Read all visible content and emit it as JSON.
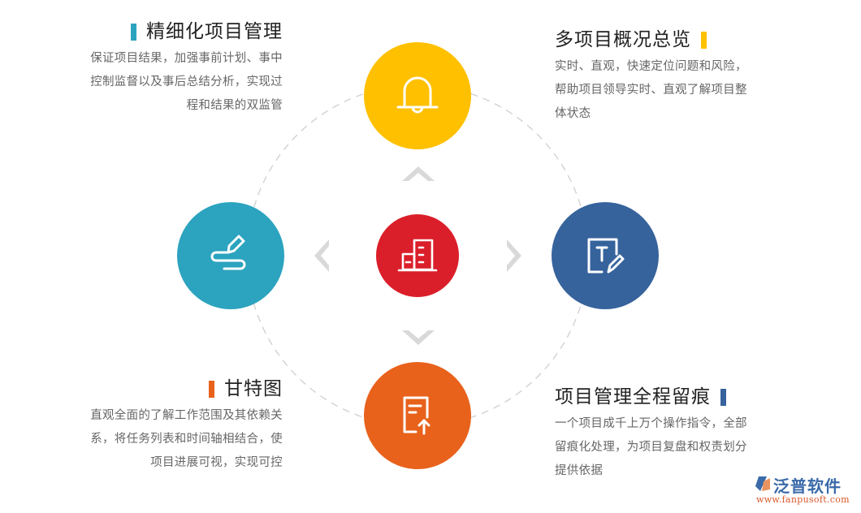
{
  "diagram": {
    "center": {
      "icon": "buildings-icon",
      "color": "#DA1F2A"
    },
    "nodes": [
      {
        "id": "top",
        "icon": "bell-icon",
        "color": "#FFC000"
      },
      {
        "id": "left",
        "icon": "pen-signature-icon",
        "color": "#2CA3BF"
      },
      {
        "id": "right",
        "icon": "text-edit-icon",
        "color": "#36639C"
      },
      {
        "id": "bottom",
        "icon": "document-upload-icon",
        "color": "#E8621C"
      }
    ],
    "arrows": [
      "up",
      "left",
      "right",
      "down"
    ],
    "ring_color": "#cccccc",
    "arrow_color": "#d9d9d9"
  },
  "blocks": {
    "top_left": {
      "title": "精细化项目管理",
      "accent": "#2CA3BF",
      "lines": [
        "保证项目结果，加强事前计划、事中",
        "控制监督以及事后总结分析，实现过",
        "程和结果的双监管"
      ]
    },
    "top_right": {
      "title": "多项目概况总览",
      "accent": "#FFC000",
      "lines": [
        "实时、直观，快速定位问题和风险，",
        "帮助项目领导实时、直观了解项目整",
        "体状态"
      ]
    },
    "bottom_left": {
      "title": "甘特图",
      "accent": "#E8621C",
      "lines": [
        "直观全面的了解工作范围及其依赖关",
        "系，将任务列表和时间轴相结合，使",
        "项目进展可视，实现可控"
      ]
    },
    "bottom_right": {
      "title": "项目管理全程留痕",
      "accent": "#36639C",
      "lines": [
        "一个项目成千上万个操作指令，全部",
        "留痕化处理，为项目复盘和权责划分",
        "提供依据"
      ]
    }
  },
  "logo": {
    "name": "泛普软件",
    "url": "www.fanpusoft.com"
  }
}
